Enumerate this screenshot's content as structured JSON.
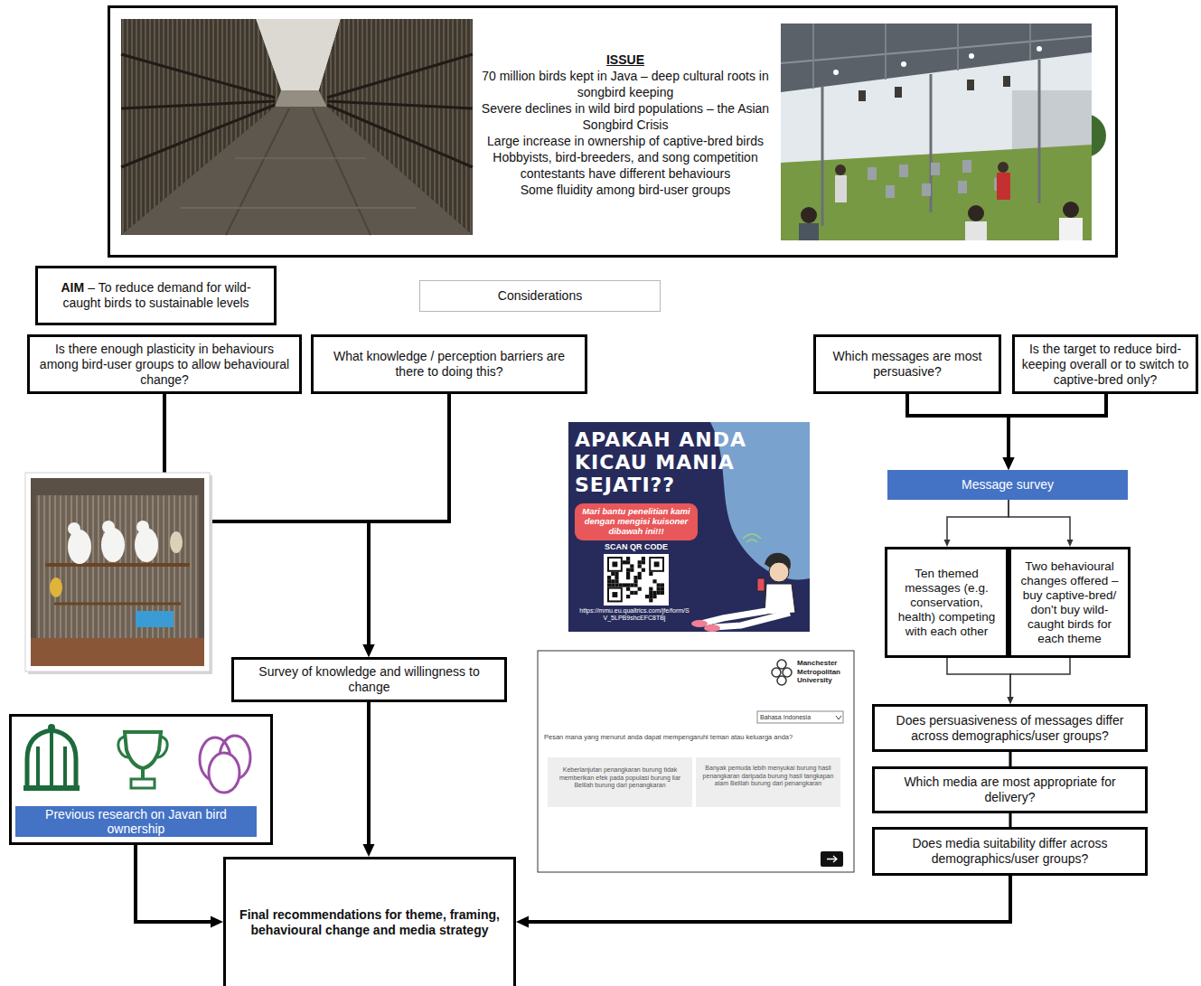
{
  "diagram": {
    "nodes": [
      {
        "text": [
          "ISSUE",
          "70 million birds kept in Java – deep cultural roots in songbird keeping",
          "Severe declines in wild bird populations – the Asian Songbird Crisis",
          "Large increase in ownership of captive-bred birds",
          "Hobbyists, bird-breeders, and song competition contestants have different behaviours",
          "Some fluidity among bird-user groups"
        ]
      },
      {
        "text": [
          "AIM",
          "– To reduce demand for wild-caught birds to sustainable levels"
        ]
      },
      {
        "text": [
          "Considerations"
        ]
      },
      {
        "text": [
          "Is there enough plasticity in behaviours among bird-user groups to allow behavioural change?"
        ]
      },
      {
        "text": [
          "What knowledge / perception barriers are there to doing this?"
        ]
      },
      {
        "text": [
          "Which messages are most persuasive?"
        ]
      },
      {
        "text": [
          "Is the target to reduce bird-keeping overall or to switch to captive-bred only?"
        ]
      },
      {
        "text": [
          "Message survey"
        ]
      },
      {
        "text": [
          "Ten themed messages (e.g. conservation, health) competing with each other"
        ]
      },
      {
        "text": [
          "Two behavioural changes offered – buy captive-bred/ don't buy wild-caught birds for each theme"
        ]
      },
      {
        "text": [
          "Survey of knowledge and willingness to change"
        ]
      },
      {
        "text": [
          "Does persuasiveness of messages differ across demographics/user groups?"
        ]
      },
      {
        "text": [
          "Which media are most appropriate for delivery?"
        ]
      },
      {
        "text": [
          "Does media suitability differ across demographics/user groups?"
        ]
      },
      {
        "text": [
          "Previous research on Javan bird ownership"
        ]
      },
      {
        "text": [
          "Final recommendations for theme, framing, behavioural change and media strategy"
        ]
      }
    ],
    "edges": [
      {
        "from": 3,
        "to": 10,
        "arrow": "to"
      },
      {
        "from": 4,
        "to": 10,
        "arrow": "to"
      },
      {
        "from": 10,
        "to": 15,
        "arrow": "to"
      },
      {
        "from": 14,
        "to": 15,
        "arrow": "to"
      },
      {
        "from": 5,
        "to": 7,
        "arrow": "to"
      },
      {
        "from": 6,
        "to": 7,
        "arrow": "to"
      },
      {
        "from": 7,
        "to": 8,
        "arrow": "to"
      },
      {
        "from": 7,
        "to": 9,
        "arrow": "to"
      },
      {
        "from": 8,
        "to": 11,
        "arrow": "to"
      },
      {
        "from": 9,
        "to": 11,
        "arrow": "to"
      },
      {
        "from": 11,
        "to": 12,
        "arrow": "none"
      },
      {
        "from": 12,
        "to": 13,
        "arrow": "none"
      },
      {
        "from": 13,
        "to": 15,
        "arrow": "to"
      }
    ],
    "labels": [
      "APAKAH ANDA KICAU MANIA SEJATI??",
      "Mari bantu penelitian kami dengan mengisi kuisoner dibawah ini!!!",
      "SCAN QR CODE",
      "https://mmu.eu.qualtrics.com/jfe/form/SV_5LPB9shcEFC8TBj",
      "Manchester Metropolitan University",
      "Bahasa Indonesia",
      "Pesan mana yang menurut anda dapat mempengaruhi teman atau keluarga anda?",
      "Keberlanjutan penangkaran burung tidak memberikan efek pada populasi burung liar Belilah burung dari penangkaran",
      "Banyak pemuda lebih menyukai burung hasil penangkaran daripada burung hasil tangkapan alam Belilah burung dari penangkaran"
    ]
  }
}
